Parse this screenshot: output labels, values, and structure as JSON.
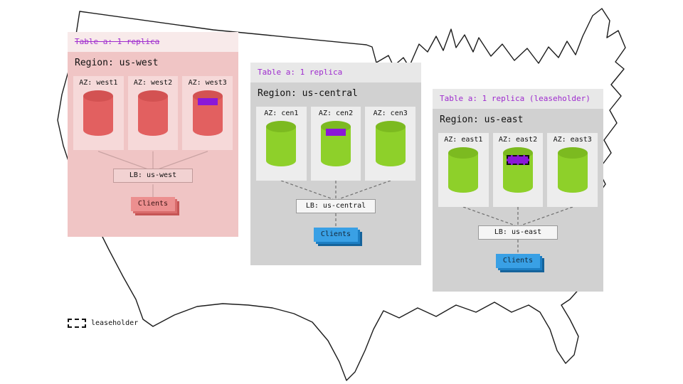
{
  "colors": {
    "purple-text": "#9e2bce",
    "replica-purple": "#8a18d8",
    "west-header-bg": "#f8eaea",
    "west-region-bg": "#f0c5c5",
    "west-az-bg": "#f6d9d9",
    "west-cyl-body": "#e26060",
    "west-cyl-top": "#d35252",
    "west-lb-bg": "#f2d2d2",
    "west-line-color": "#c9a3a3",
    "west-clients-bg": "#ec8f8f",
    "west-clients-shadow": "#d96c6c",
    "west-clients-shadow2": "#c55555",
    "gray-header-bg": "#e8e8e8",
    "gray-region-bg": "#d1d1d1",
    "gray-az-bg": "#ededed",
    "green-cyl-body": "#8ed02a",
    "green-cyl-top": "#7cba20",
    "lb-bg": "#f5f5f5",
    "clients-blue": "#39a0e5",
    "clients-blue-shadow": "#1d7fc4",
    "clients-blue-shadow2": "#15639b",
    "map-stroke": "#1c1c1c"
  },
  "legend": {
    "label": "leaseholder"
  },
  "regions": [
    {
      "name": "us-west",
      "table_label": "Table a: 1 replica",
      "table_strikethrough": true,
      "region_label": "Region: us-west",
      "azs": [
        {
          "label": "AZ: west1",
          "replica": false,
          "leaseholder": false
        },
        {
          "label": "AZ: west2",
          "replica": false,
          "leaseholder": false
        },
        {
          "label": "AZ: west3",
          "replica": true,
          "leaseholder": false
        }
      ],
      "lb_label": "LB: us-west",
      "clients_label": "Clients"
    },
    {
      "name": "us-central",
      "table_label": "Table a: 1 replica",
      "table_strikethrough": false,
      "region_label": "Region: us-central",
      "azs": [
        {
          "label": "AZ: cen1",
          "replica": false,
          "leaseholder": false
        },
        {
          "label": "AZ: cen2",
          "replica": true,
          "leaseholder": false
        },
        {
          "label": "AZ: cen3",
          "replica": false,
          "leaseholder": false
        }
      ],
      "lb_label": "LB: us-central",
      "clients_label": "Clients"
    },
    {
      "name": "us-east",
      "table_label": "Table a: 1 replica (leaseholder)",
      "table_strikethrough": false,
      "region_label": "Region: us-east",
      "azs": [
        {
          "label": "AZ: east1",
          "replica": false,
          "leaseholder": false
        },
        {
          "label": "AZ: east2",
          "replica": true,
          "leaseholder": true
        },
        {
          "label": "AZ: east3",
          "replica": false,
          "leaseholder": false
        }
      ],
      "lb_label": "LB: us-east",
      "clients_label": "Clients"
    }
  ]
}
